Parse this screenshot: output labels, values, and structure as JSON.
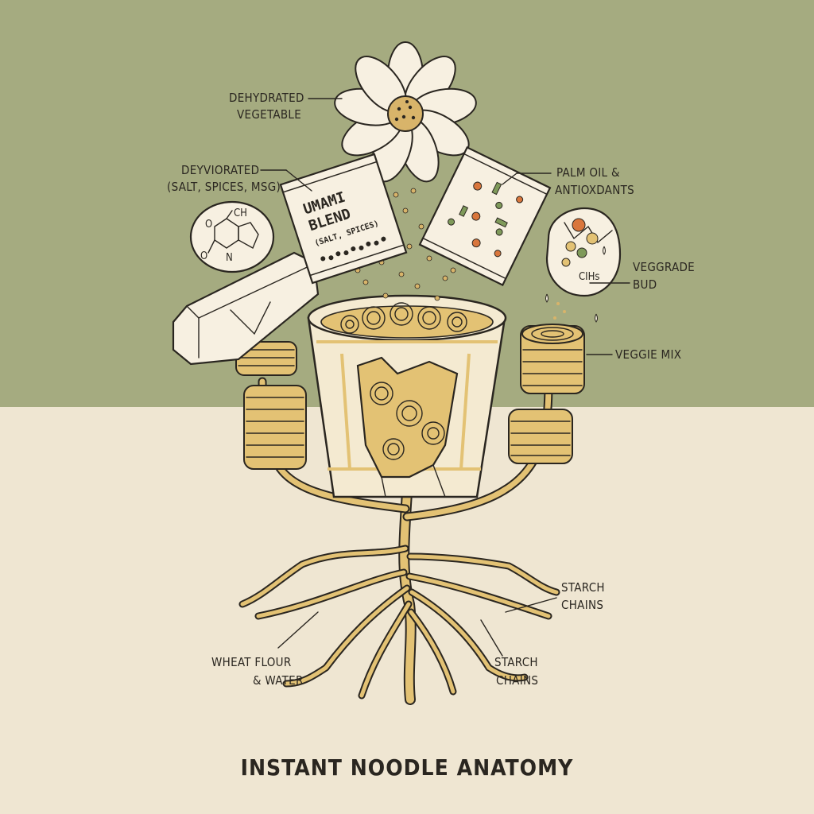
{
  "title": "INSTANT NOODLE ANATOMY",
  "colors": {
    "top_background": "#a5ab80",
    "bottom_background": "#efe6d2",
    "noodle_gold": "#e3c274",
    "ink": "#2a2620",
    "paper": "#f7f0e1",
    "accent_orange": "#d9763c",
    "accent_green": "#7f9a5a"
  },
  "labels": {
    "dehydrated_vegetable": [
      "DEHYDRATED",
      "VEGETABLE"
    ],
    "seasoning": [
      "DEYVIORATED",
      "(SALT, SPICES, MSG)"
    ],
    "palm_oil": [
      "PALM OIL &",
      "ANTIOXDANTS"
    ],
    "veggrade_bud": [
      "VEGGRADE",
      "BUD"
    ],
    "veggie_mix": "VEGGIE MIX",
    "starch_chains_upper": [
      "STARCH",
      "CHAINS"
    ],
    "starch_chains_lower": [
      "STARCH",
      "CHAINS"
    ],
    "wheat_flour": [
      "WHEAT FLOUR",
      "& WATER"
    ]
  },
  "umami_packet": {
    "lines": [
      "UMAMI",
      "BLEND",
      "(SALT, SPICES)"
    ]
  },
  "molecule": {
    "atoms": [
      "CH",
      "O",
      "O",
      "N"
    ]
  },
  "capsule": {
    "text": "CIHs"
  },
  "icons": [
    "flower-icon",
    "umami-packet-icon",
    "veggie-packet-icon",
    "molecule-icon",
    "cracked-capsule-icon",
    "noodle-cup-icon",
    "noodle-coil-icon",
    "root-icon"
  ]
}
